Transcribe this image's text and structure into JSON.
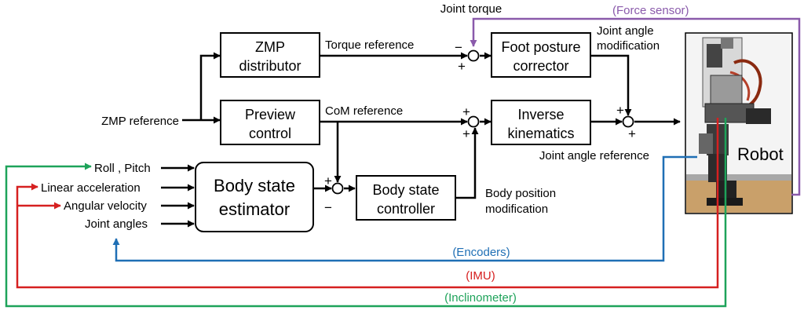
{
  "blocks": {
    "zmp_distributor": [
      "ZMP",
      "distributor"
    ],
    "preview_control": [
      "Preview",
      "control"
    ],
    "body_state_estimator": [
      "Body state",
      "estimator"
    ],
    "body_state_controller": [
      "Body state",
      "controller"
    ],
    "foot_posture_corrector": [
      "Foot posture",
      "corrector"
    ],
    "inverse_kinematics": [
      "Inverse",
      "kinematics"
    ]
  },
  "signals": {
    "zmp_reference": "ZMP reference",
    "torque_reference": "Torque reference",
    "com_reference": "CoM reference",
    "joint_torque": "Joint torque",
    "joint_angle_modification": [
      "Joint angle",
      "modification"
    ],
    "joint_angle_reference": "Joint angle reference",
    "body_position_modification": [
      "Body position",
      "modification"
    ],
    "robot": "Robot"
  },
  "inputs": [
    "Roll , Pitch",
    "Linear acceleration",
    "Angular velocity",
    "Joint angles"
  ],
  "feedback": {
    "force_sensor": "(Force sensor)",
    "encoders": "(Encoders)",
    "imu": "(IMU)",
    "inclinometer": "(Inclinometer)"
  },
  "signs": {
    "sj_top": [
      "−",
      "+"
    ],
    "sj_mid": [
      "+",
      "+"
    ],
    "sj_right": [
      "+",
      "+"
    ],
    "sj_est": [
      "+",
      "−"
    ]
  },
  "colors": {
    "force_sensor": "#8a5aab",
    "encoders": "#1f6fb5",
    "imu": "#d62020",
    "inclinometer": "#1ea35a"
  }
}
